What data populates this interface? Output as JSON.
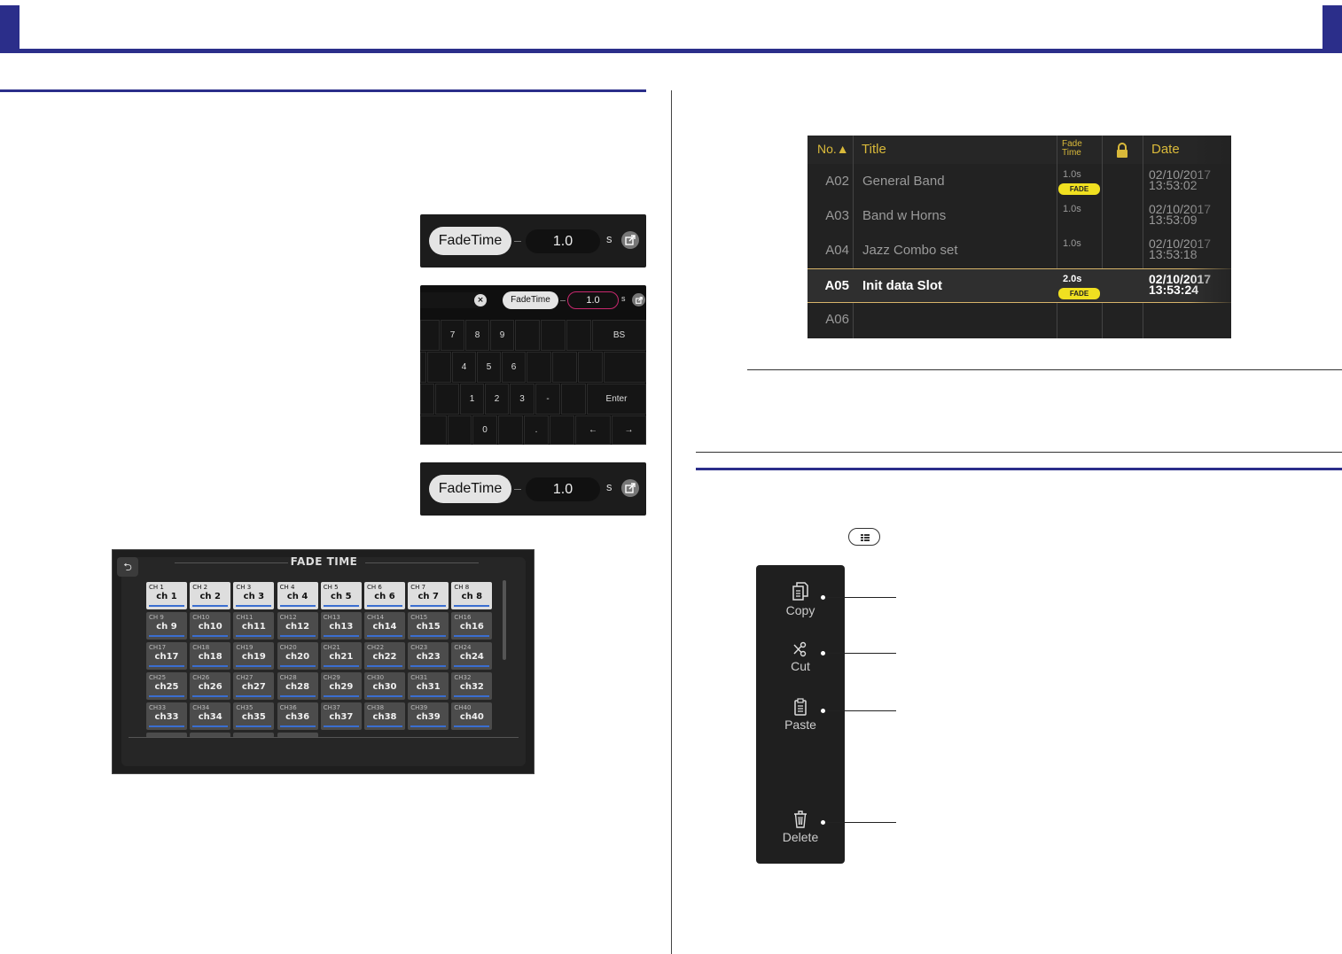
{
  "fade_time_widget": {
    "label": "FadeTime",
    "value": "1.0",
    "unit": "s"
  },
  "keypad": {
    "row1": [
      "7",
      "8",
      "9"
    ],
    "row1_action": "BS",
    "row2": [
      "4",
      "5",
      "6"
    ],
    "row3": [
      "1",
      "2",
      "3",
      "-"
    ],
    "row3_action": "Enter",
    "row4": [
      "0",
      "."
    ],
    "arrows": [
      "←",
      "→"
    ]
  },
  "fade_time_window": {
    "title": "FADE TIME",
    "channels": [
      {
        "num": "CH 1",
        "name": "ch 1",
        "on": true
      },
      {
        "num": "CH 2",
        "name": "ch 2",
        "on": true
      },
      {
        "num": "CH 3",
        "name": "ch 3",
        "on": true
      },
      {
        "num": "CH 4",
        "name": "ch 4",
        "on": true
      },
      {
        "num": "CH 5",
        "name": "ch 5",
        "on": true
      },
      {
        "num": "CH 6",
        "name": "ch 6",
        "on": true
      },
      {
        "num": "CH 7",
        "name": "ch 7",
        "on": true
      },
      {
        "num": "CH 8",
        "name": "ch 8",
        "on": true
      },
      {
        "num": "CH 9",
        "name": "ch 9",
        "on": false
      },
      {
        "num": "CH10",
        "name": "ch10",
        "on": false
      },
      {
        "num": "CH11",
        "name": "ch11",
        "on": false
      },
      {
        "num": "CH12",
        "name": "ch12",
        "on": false
      },
      {
        "num": "CH13",
        "name": "ch13",
        "on": false
      },
      {
        "num": "CH14",
        "name": "ch14",
        "on": false
      },
      {
        "num": "CH15",
        "name": "ch15",
        "on": false
      },
      {
        "num": "CH16",
        "name": "ch16",
        "on": false
      },
      {
        "num": "CH17",
        "name": "ch17",
        "on": false
      },
      {
        "num": "CH18",
        "name": "ch18",
        "on": false
      },
      {
        "num": "CH19",
        "name": "ch19",
        "on": false
      },
      {
        "num": "CH20",
        "name": "ch20",
        "on": false
      },
      {
        "num": "CH21",
        "name": "ch21",
        "on": false
      },
      {
        "num": "CH22",
        "name": "ch22",
        "on": false
      },
      {
        "num": "CH23",
        "name": "ch23",
        "on": false
      },
      {
        "num": "CH24",
        "name": "ch24",
        "on": false
      },
      {
        "num": "CH25",
        "name": "ch25",
        "on": false
      },
      {
        "num": "CH26",
        "name": "ch26",
        "on": false
      },
      {
        "num": "CH27",
        "name": "ch27",
        "on": false
      },
      {
        "num": "CH28",
        "name": "ch28",
        "on": false
      },
      {
        "num": "CH29",
        "name": "ch29",
        "on": false
      },
      {
        "num": "CH30",
        "name": "ch30",
        "on": false
      },
      {
        "num": "CH31",
        "name": "ch31",
        "on": false
      },
      {
        "num": "CH32",
        "name": "ch32",
        "on": false
      },
      {
        "num": "CH33",
        "name": "ch33",
        "on": false
      },
      {
        "num": "CH34",
        "name": "ch34",
        "on": false
      },
      {
        "num": "CH35",
        "name": "ch35",
        "on": false
      },
      {
        "num": "CH36",
        "name": "ch36",
        "on": false
      },
      {
        "num": "CH37",
        "name": "ch37",
        "on": false
      },
      {
        "num": "CH38",
        "name": "ch38",
        "on": false
      },
      {
        "num": "CH39",
        "name": "ch39",
        "on": false
      },
      {
        "num": "CH40",
        "name": "ch40",
        "on": false
      }
    ]
  },
  "scene_table": {
    "headers": {
      "no": "No.▲",
      "title": "Title",
      "fade_time": "Fade Time",
      "date": "Date"
    },
    "rows": [
      {
        "no": "A02",
        "title": "General Band",
        "fade": "1.0s",
        "badge": "FADE",
        "date1": "02/10/2017",
        "date2": "13:53:02",
        "selected": false
      },
      {
        "no": "A03",
        "title": "Band w Horns",
        "fade": "1.0s",
        "badge": "",
        "date1": "02/10/2017",
        "date2": "13:53:09",
        "selected": false
      },
      {
        "no": "A04",
        "title": "Jazz Combo set",
        "fade": "1.0s",
        "badge": "",
        "date1": "02/10/2017",
        "date2": "13:53:18",
        "selected": false
      },
      {
        "no": "A05",
        "title": "Init data Slot",
        "fade": "2.0s",
        "badge": "FADE",
        "date1": "02/10/2017",
        "date2": "13:53:24",
        "selected": true
      },
      {
        "no": "A06",
        "title": "",
        "fade": "",
        "badge": "",
        "date1": "",
        "date2": "",
        "selected": false
      }
    ]
  },
  "context_menu": {
    "copy": "Copy",
    "cut": "Cut",
    "paste": "Paste",
    "delete": "Delete"
  }
}
